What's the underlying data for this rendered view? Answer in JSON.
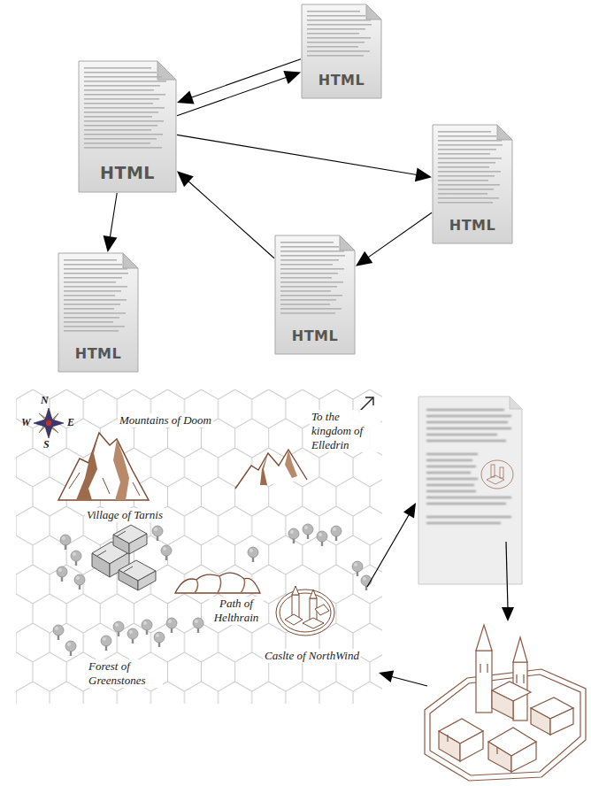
{
  "diagram": {
    "nodes": [
      {
        "text": [
          "HTML"
        ]
      },
      {
        "text": [
          "HTML"
        ]
      },
      {
        "text": [
          "HTML"
        ]
      },
      {
        "text": [
          "HTML"
        ]
      },
      {
        "text": [
          "HTML"
        ]
      }
    ],
    "edges": [
      {
        "from": 1,
        "to": 0,
        "arrow": "to"
      },
      {
        "from": 0,
        "to": 1,
        "arrow": "to"
      },
      {
        "from": 1,
        "to": 2,
        "arrow": "to"
      },
      {
        "from": 2,
        "to": 3,
        "arrow": "to"
      },
      {
        "from": 3,
        "to": 1,
        "arrow": "to"
      },
      {
        "from": 1,
        "to": 4,
        "arrow": "to"
      }
    ],
    "labels": [
      "N",
      "W",
      "E",
      "S",
      "Mountains of Doom",
      "To the kingdom of Elledrin",
      "Village of Tarnis",
      "Path of Helthrain",
      "Caslte of NorthWind",
      "Forest of Greenstones"
    ]
  }
}
